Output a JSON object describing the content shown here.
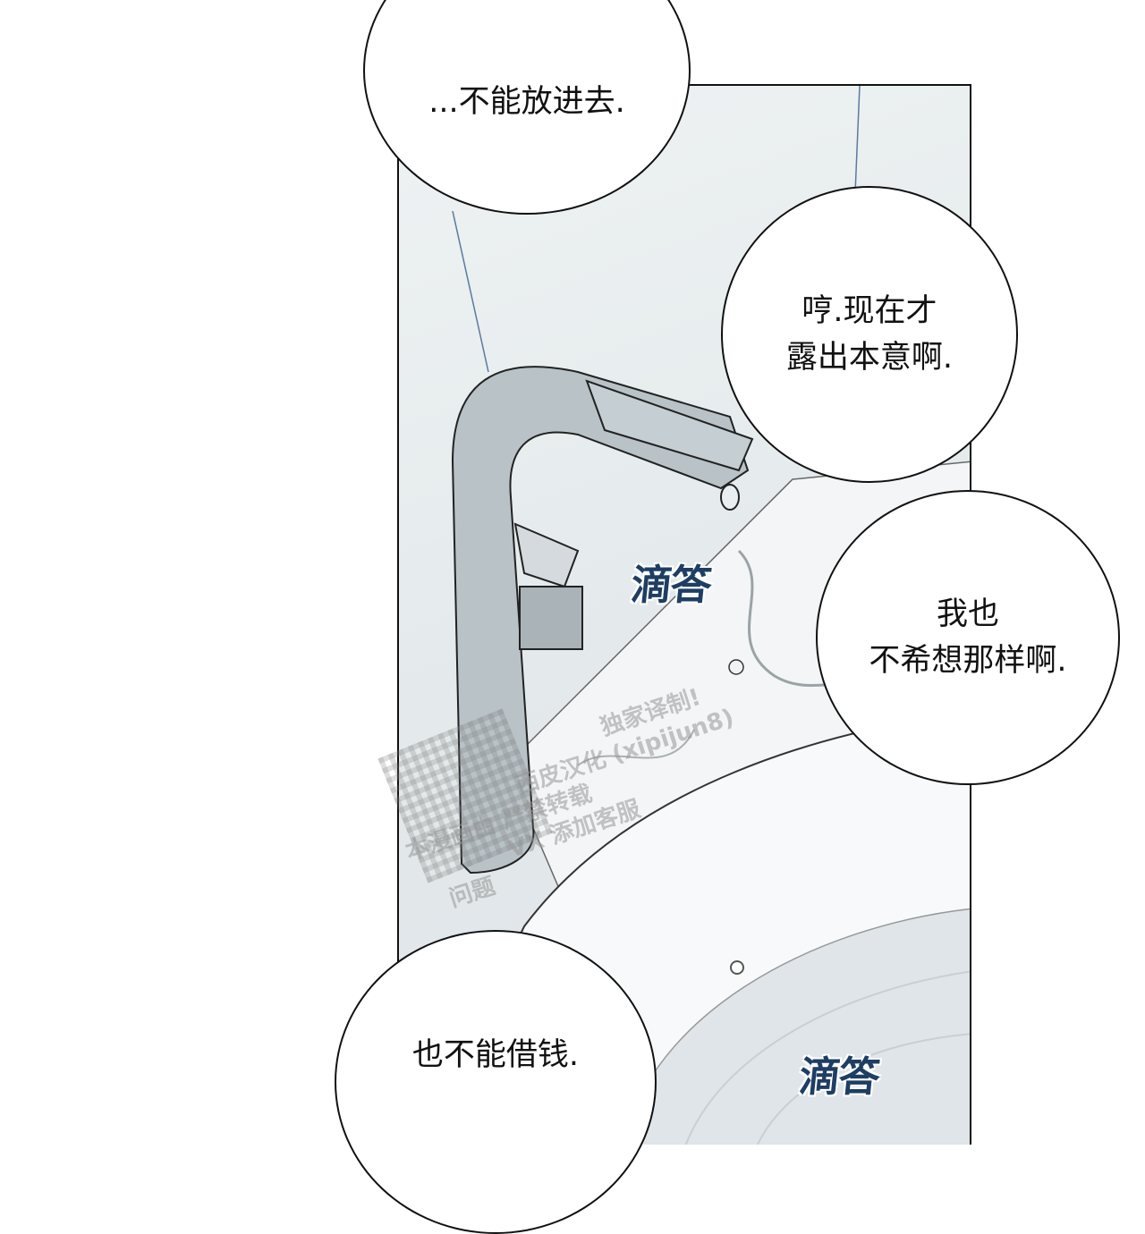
{
  "bubbles": {
    "top": "...不能放进去.",
    "right_upper": "哼.现在才\n露出本意啊.",
    "right_lower": "我也\n不希想那样啊.",
    "bottom_left": "也不能借钱."
  },
  "sfx": {
    "drip_1": "滴答",
    "drip_2": "滴答"
  },
  "watermark": {
    "line1": "独家译制!",
    "line2": "西皮汉化 (xipijun8)",
    "line3": "本漫画由 严禁转载",
    "line4": "VX 添加客服",
    "line5": "问题"
  },
  "colors": {
    "sfx_color": "#1e3e63",
    "faucet": "#b8c2c7",
    "marble": "#d8dde0"
  }
}
